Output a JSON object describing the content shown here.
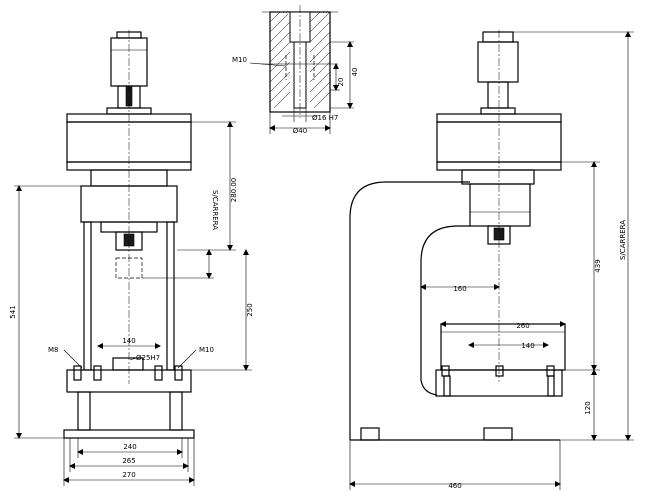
{
  "front_view": {
    "dim_280": "280.00",
    "dim_carrera": "S/CARRERA",
    "dim_250": "250",
    "dim_541": "541",
    "dim_140": "140",
    "label_m8": "M8",
    "label_25h7": "Ø25H7",
    "label_m10": "M10",
    "dim_240": "240",
    "dim_265": "265",
    "dim_270": "270"
  },
  "detail_view": {
    "label_m10": "M10",
    "dim_40": "40",
    "dim_20": "20",
    "label_16h7": "Ø16 H7",
    "label_40": "Ø40"
  },
  "side_view": {
    "dim_carrera": "S/CARRERA",
    "dim_439": "439",
    "dim_160": "160",
    "dim_260": "260",
    "dim_140": "140",
    "dim_120": "120",
    "dim_460": "460"
  }
}
